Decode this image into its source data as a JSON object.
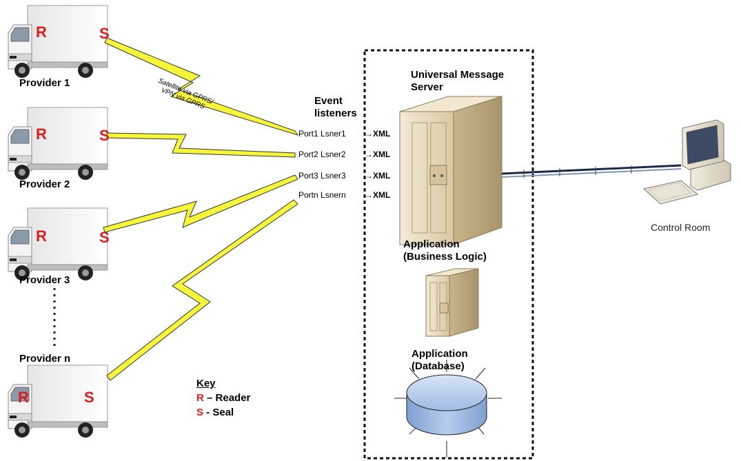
{
  "providers": [
    {
      "label": "Provider 1",
      "reader": "R",
      "seal": "S"
    },
    {
      "label": "Provider 2",
      "reader": "R",
      "seal": "S"
    },
    {
      "label": "Provider 3",
      "reader": "R",
      "seal": "S"
    },
    {
      "label": "Provider n",
      "reader": "R",
      "seal": "S"
    }
  ],
  "satellite_note": [
    "Satellite via GPRS/",
    "VPN via GPRS"
  ],
  "event_listeners_title": [
    "Event",
    "listeners"
  ],
  "ports": [
    {
      "label": "Port1 Lsner1",
      "arrow": "→",
      "format": "XML"
    },
    {
      "label": "Port2 Lsner2",
      "arrow": "→",
      "format": "XML"
    },
    {
      "label": "Port3 Lsner3",
      "arrow": "→",
      "format": "XML"
    },
    {
      "label": "Portn Lsnern",
      "arrow": "→",
      "format": "XML"
    }
  ],
  "server_title": [
    "Universal Message",
    "Server"
  ],
  "application_business": [
    "Application",
    "(Business Logic)"
  ],
  "application_database": [
    "Application",
    "(Database)"
  ],
  "control_room": "Control Room",
  "key": {
    "title": "Key",
    "reader_letter": "R",
    "reader_text": " – Reader",
    "seal_letter": "S",
    "seal_text": " - Seal"
  },
  "colors": {
    "accent_red": "#e11b1b",
    "lightning_yellow": "#f5f53a",
    "server_beige": "#e9dcc0",
    "database_blue": "#a9c4e8"
  }
}
